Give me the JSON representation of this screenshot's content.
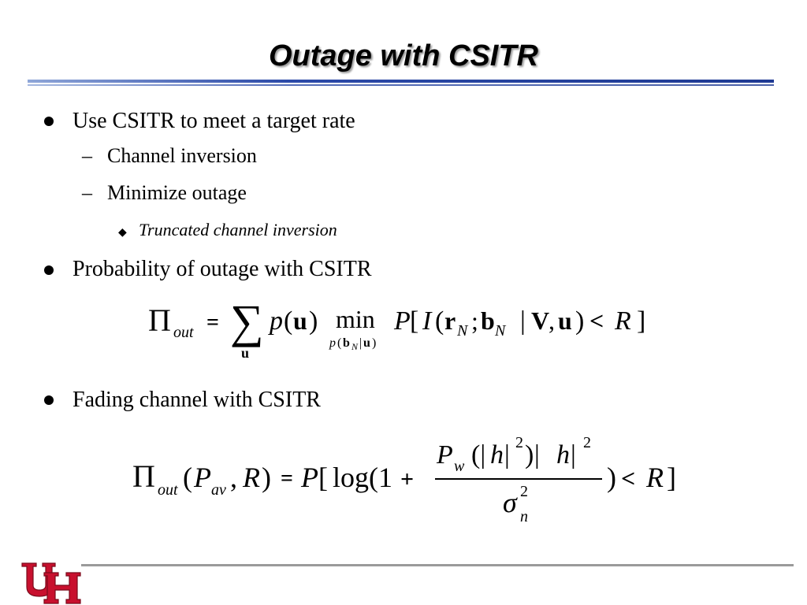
{
  "slide": {
    "title": "Outage with CSITR",
    "bullets": [
      {
        "text": "Use CSITR to meet a target rate",
        "subitems": [
          {
            "marker": "–",
            "text": "Channel inversion"
          },
          {
            "marker": "–",
            "text": "Minimize outage"
          }
        ],
        "subsubitems": [
          {
            "marker": "◆",
            "text": "Truncated channel inversion"
          }
        ]
      },
      {
        "text": "Probability of outage with CSITR"
      },
      {
        "text": "Fading channel with CSITR"
      }
    ],
    "formula1": {
      "pi": "Π",
      "pi_sub": "out",
      "equals": "=",
      "sigma": "∑",
      "sigma_sub": "u",
      "p": "p",
      "lparen": "(",
      "u": "u",
      "rparen": ")",
      "min": "min",
      "min_sub_p": "p",
      "min_sub_lp": "(",
      "min_sub_b": "b",
      "min_sub_N": "N",
      "min_sub_bar": "|",
      "min_sub_u": "u",
      "min_sub_rp": ")",
      "P": "P",
      "lbracket": "[",
      "I": "I",
      "r": "r",
      "N1": "N",
      "semicolon": ";",
      "b": "b",
      "N2": "N",
      "bar": "|",
      "V": "V",
      "comma": ",",
      "u2": "u",
      "rparen2": ")",
      "lt": "<",
      "R": "R",
      "rbracket": "]"
    },
    "formula2": {
      "pi": "Π",
      "pi_sub": "out",
      "lparen": "(",
      "P": "P",
      "P_sub": "av",
      "comma": ",",
      "R": "R",
      "rparen": ")",
      "equals": "=",
      "Pb": "P",
      "lbracket": "[",
      "log": "log(1",
      "plus": "+",
      "num_P": "P",
      "num_P_sub": "w",
      "num_open": "(| ",
      "num_h1": "h",
      "num_bar1": " |",
      "num_sq1": "2",
      "num_close": ")",
      "num_bar2": " | ",
      "num_h2": "h",
      "num_bar3": " |",
      "num_sq2": "2",
      "den_sigma": "σ",
      "den_sq": "2",
      "den_n": "n",
      "after": ")",
      "lt": "<",
      "R2": "R",
      "rbracket": "]"
    },
    "logo_text": "UH",
    "colors": {
      "title_rule_dark": "#1f3a93",
      "title_rule_light": "#8fa6d8",
      "footer_rule": "#9a9a9a",
      "logo_red": "#c8102e"
    }
  }
}
